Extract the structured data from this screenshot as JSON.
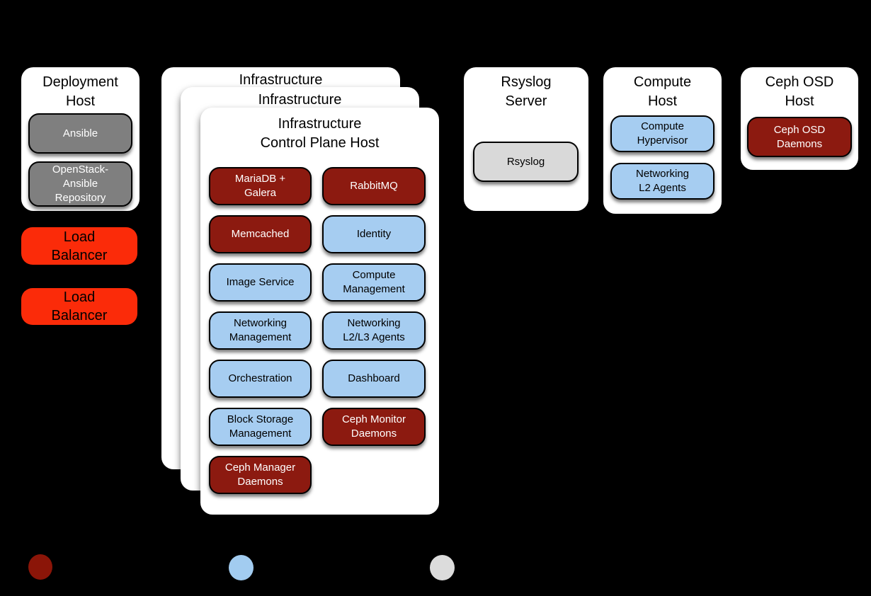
{
  "palette": {
    "background": "#000000",
    "host_card": "#ffffff",
    "infrastructure_service": "#8c1a10",
    "openstack_service": "#a6cdf1",
    "deployment_tool": "#7f7f7f",
    "support_service": "#d9d9d9",
    "load_balancer": "#fb2b09"
  },
  "hosts": {
    "deployment": {
      "title": "Deployment\nHost",
      "services": [
        {
          "label": "Ansible"
        },
        {
          "label": "OpenStack-\nAnsible\nRepository"
        }
      ]
    },
    "infrastructure": {
      "back_title": "Infrastructure\nControl Plane Host",
      "middle_title": "Infrastructure\nControl Plane Host",
      "title": "Infrastructure\nControl Plane Host",
      "services": [
        {
          "label": "MariaDB +\nGalera"
        },
        {
          "label": "RabbitMQ"
        },
        {
          "label": "Memcached"
        },
        {
          "label": "Identity"
        },
        {
          "label": "Image Service"
        },
        {
          "label": "Compute\nManagement"
        },
        {
          "label": "Networking\nManagement"
        },
        {
          "label": "Networking\nL2/L3 Agents"
        },
        {
          "label": "Orchestration"
        },
        {
          "label": "Dashboard"
        },
        {
          "label": "Block Storage\nManagement"
        },
        {
          "label": "Ceph Monitor\nDaemons"
        },
        {
          "label": "Ceph Manager\nDaemons"
        }
      ]
    },
    "rsyslog": {
      "title": "Rsyslog\nServer",
      "services": [
        {
          "label": "Rsyslog"
        }
      ]
    },
    "compute": {
      "title": "Compute\nHost",
      "services": [
        {
          "label": "Compute\nHypervisor"
        },
        {
          "label": "Networking\nL2 Agents"
        }
      ]
    },
    "ceph_osd": {
      "title": "Ceph OSD\nHost",
      "services": [
        {
          "label": "Ceph OSD\nDaemons"
        }
      ]
    }
  },
  "load_balancers": [
    {
      "label": "Load\nBalancer"
    },
    {
      "label": "Load\nBalancer"
    }
  ],
  "legend": {
    "dots": [
      {
        "name": "infrastructure-service",
        "color": "#8b1508"
      },
      {
        "name": "openstack-service",
        "color": "#a2ccf0"
      },
      {
        "name": "support-service",
        "color": "#dcdcdc"
      }
    ]
  }
}
